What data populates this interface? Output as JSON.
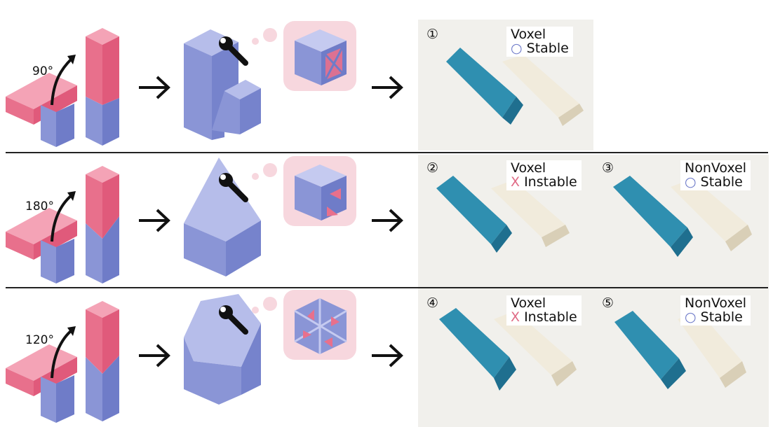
{
  "colors": {
    "pink": "#e8708c",
    "pink_light": "#f4a3b6",
    "blue": "#8a95d6",
    "blue_light": "#b6bdea",
    "bubble": "#f7d7de",
    "teal": "#2f8fb0",
    "cream": "#f1ebdc"
  },
  "rows": [
    {
      "angle": "90°",
      "panels": [
        {
          "num": "①",
          "type": "Voxel",
          "mark": "○",
          "result": "Stable",
          "mark_kind": "o"
        }
      ]
    },
    {
      "angle": "180°",
      "panels": [
        {
          "num": "②",
          "type": "Voxel",
          "mark": "X",
          "result": "Instable",
          "mark_kind": "x"
        },
        {
          "num": "③",
          "type": "NonVoxel",
          "mark": "○",
          "result": "Stable",
          "mark_kind": "o"
        }
      ]
    },
    {
      "angle": "120°",
      "panels": [
        {
          "num": "④",
          "type": "Voxel",
          "mark": "X",
          "result": "Instable",
          "mark_kind": "x"
        },
        {
          "num": "⑤",
          "type": "NonVoxel",
          "mark": "○",
          "result": "Stable",
          "mark_kind": "o"
        }
      ]
    }
  ],
  "icons": [
    "curved-arrow-icon",
    "right-arrow-icon",
    "wrench-icon",
    "thought-bubble-icon"
  ]
}
